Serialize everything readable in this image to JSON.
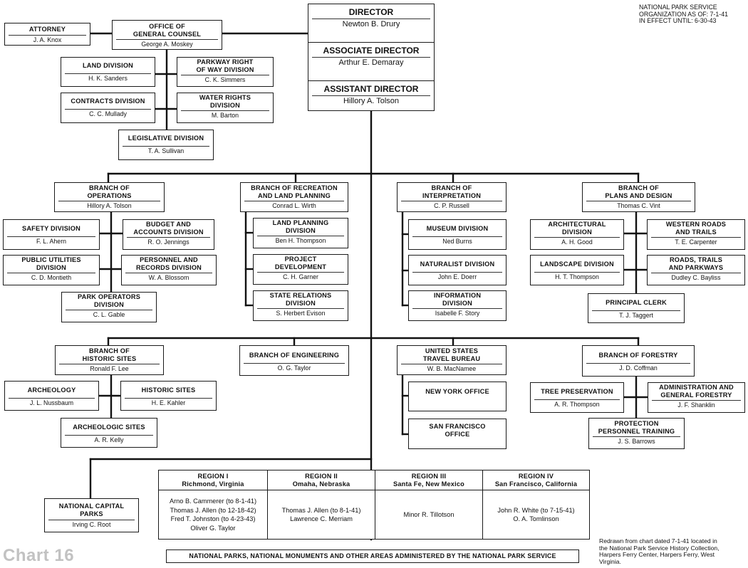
{
  "header_note": {
    "lines": "NATIONAL PARK SERVICE\nORGANIZATION AS OF:  7-1-41\nIN EFFECT UNTIL:  6-30-43"
  },
  "chart_label": "Chart 16",
  "footer_note": {
    "lines": "Redrawn from chart dated 7-1-41 located in\nthe National Park Service History Collection,\nHarpers Ferry Center, Harpers Ferry, West\nVirginia."
  },
  "director_box": {
    "director": {
      "title": "DIRECTOR",
      "name": "Newton B. Drury"
    },
    "associate": {
      "title": "ASSOCIATE DIRECTOR",
      "name": "Arthur E. Demaray"
    },
    "assistant": {
      "title": "ASSISTANT DIRECTOR",
      "name": "Hillory A. Tolson"
    }
  },
  "counsel": {
    "attorney": {
      "title": "ATTORNEY",
      "name": "J. A. Knox"
    },
    "office": {
      "title": "OFFICE OF\nGENERAL COUNSEL",
      "name": "George A. Moskey"
    },
    "land": {
      "title": "LAND DIVISION",
      "name": "H. K. Sanders"
    },
    "parkway": {
      "title": "PARKWAY RIGHT\nOF WAY DIVISION",
      "name": "C. K. Simmers"
    },
    "contracts": {
      "title": "CONTRACTS DIVISION",
      "name": "C. C. Mullady"
    },
    "water": {
      "title": "WATER RIGHTS\nDIVISION",
      "name": "M. Barton"
    },
    "legislative": {
      "title": "LEGISLATIVE DIVISION",
      "name": "T. A. Sullivan"
    }
  },
  "operations": {
    "branch": {
      "title": "BRANCH OF\nOPERATIONS",
      "name": "Hillory A. Tolson"
    },
    "safety": {
      "title": "SAFETY DIVISION",
      "name": "F. L. Ahern"
    },
    "budget": {
      "title": "BUDGET AND\nACCOUNTS DIVISION",
      "name": "R. O. Jennings"
    },
    "utilities": {
      "title": "PUBLIC UTILITIES\nDIVISION",
      "name": "C. D. Montieth"
    },
    "personnel": {
      "title": "PERSONNEL AND\nRECORDS DIVISION",
      "name": "W. A. Blossom"
    },
    "park_operators": {
      "title": "PARK OPERATORS\nDIVISION",
      "name": "C. L. Gable"
    }
  },
  "recreation": {
    "branch": {
      "title": "BRANCH OF RECREATION\nAND LAND PLANNING",
      "name": "Conrad L. Wirth"
    },
    "land_planning": {
      "title": "LAND PLANNING\nDIVISION",
      "name": "Ben H. Thompson"
    },
    "project": {
      "title": "PROJECT\nDEVELOPMENT",
      "name": "C. H. Garner"
    },
    "state": {
      "title": "STATE RELATIONS\nDIVISION",
      "name": "S. Herbert Evison"
    }
  },
  "interpretation": {
    "branch": {
      "title": "BRANCH OF\nINTERPRETATION",
      "name": "C. P. Russell"
    },
    "museum": {
      "title": "MUSEUM DIVISION",
      "name": "Ned Burns"
    },
    "naturalist": {
      "title": "NATURALIST DIVISION",
      "name": "John E. Doerr"
    },
    "information": {
      "title": "INFORMATION\nDIVISION",
      "name": "Isabelle F. Story"
    }
  },
  "plans": {
    "branch": {
      "title": "BRANCH OF\nPLANS AND DESIGN",
      "name": "Thomas C. Vint"
    },
    "architectural": {
      "title": "ARCHITECTURAL\nDIVISION",
      "name": "A. H. Good"
    },
    "western": {
      "title": "WESTERN ROADS\nAND TRAILS",
      "name": "T. E. Carpenter"
    },
    "landscape": {
      "title": "LANDSCAPE DIVISION",
      "name": "H. T. Thompson"
    },
    "roads": {
      "title": "ROADS, TRAILS\nAND PARKWAYS",
      "name": "Dudley C. Bayliss"
    },
    "clerk": {
      "title": "PRINCIPAL CLERK",
      "name": "T. J. Taggert"
    }
  },
  "historic": {
    "branch": {
      "title": "BRANCH OF\nHISTORIC SITES",
      "name": "Ronald F. Lee"
    },
    "archeology": {
      "title": "ARCHEOLOGY",
      "name": "J. L. Nussbaum"
    },
    "historic_sites": {
      "title": "HISTORIC SITES",
      "name": "H. E. Kahler"
    },
    "archeologic": {
      "title": "ARCHEOLOGIC SITES",
      "name": "A. R. Kelly"
    }
  },
  "engineering": {
    "branch": {
      "title": "BRANCH OF ENGINEERING",
      "name": "O. G. Taylor"
    }
  },
  "travel": {
    "branch": {
      "title": "UNITED STATES\nTRAVEL BUREAU",
      "name": "W. B. MacNamee"
    },
    "ny": {
      "title": "NEW YORK OFFICE"
    },
    "sf": {
      "title": "SAN FRANCISCO\nOFFICE"
    }
  },
  "forestry": {
    "branch": {
      "title": "BRANCH OF FORESTRY",
      "name": "J. D. Coffman"
    },
    "tree": {
      "title": "TREE PRESERVATION",
      "name": "A. R. Thompson"
    },
    "admin": {
      "title": "ADMINISTRATION AND\nGENERAL FORESTRY",
      "name": "J. F. Shanklin"
    },
    "protection": {
      "title": "PROTECTION\nPERSONNEL TRAINING",
      "name": "J. S. Barrows"
    }
  },
  "capital": {
    "title": "NATIONAL CAPITAL\nPARKS",
    "name": "Irving C. Root"
  },
  "regions": [
    {
      "title": "REGION I",
      "place": "Richmond, Virginia",
      "names": "Arno B. Cammerer (to 8-1-41)\nThomas J. Allen (to 12-18-42)\nFred T. Johnston (to 4-23-43)\nOliver G. Taylor"
    },
    {
      "title": "REGION II",
      "place": "Omaha, Nebraska",
      "names": "Thomas J. Allen (to 8-1-41)\nLawrence C. Merriam"
    },
    {
      "title": "REGION III",
      "place": "Santa Fe, New Mexico",
      "names": "Minor R. Tillotson"
    },
    {
      "title": "REGION IV",
      "place": "San Francisco, California",
      "names": "John R. White (to 7-15-41)\nO. A. Tomlinson"
    }
  ],
  "bottom_banner": "NATIONAL PARKS, NATIONAL MONUMENTS AND OTHER AREAS ADMINISTERED BY THE NATIONAL PARK SERVICE"
}
